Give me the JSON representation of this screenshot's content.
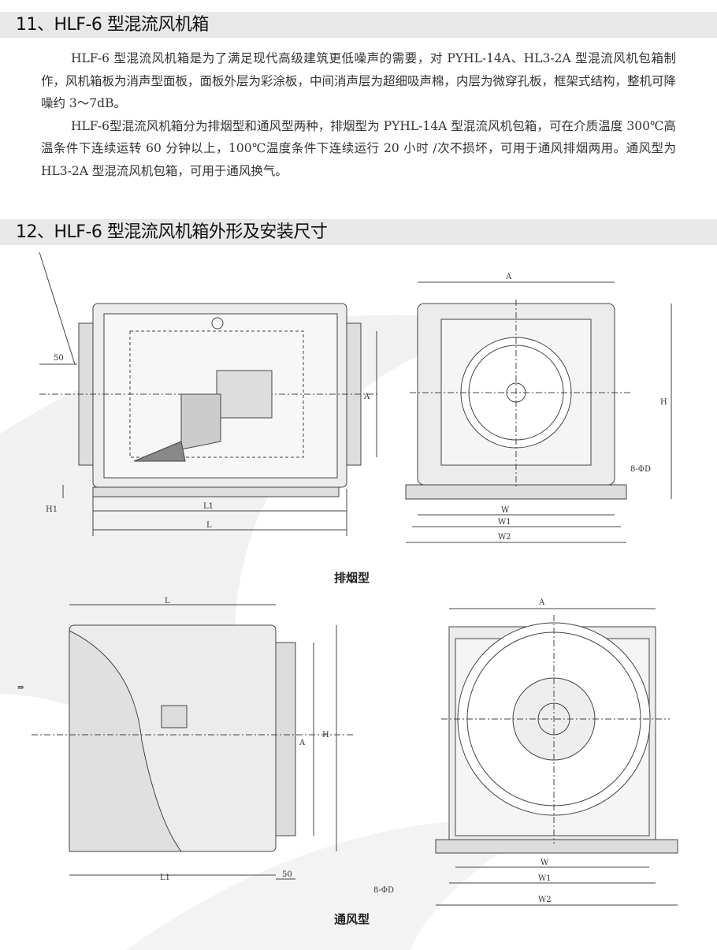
{
  "section11": {
    "title": "11、HLF-6 型混流风机箱",
    "paragraphs": [
      "HLF-6 型混流风机箱是为了满足现代高级建筑更低噪声的需要，对 PYHL-14A、HL3-2A 型混流风机包箱制作，风机箱板为消声型面板，面板外层为彩涂板，中间消声层为超细吸声棉，内层为微穿孔板，框架式结构，整机可降噪约 3～7dB。",
      "HLF-6型混流风机箱分为排烟型和通风型两种，排烟型为 PYHL-14A 型混流风机包箱，可在介质温度 300℃高温条件下连续运转 60 分钟以上，100℃温度条件下连续运行 20 小时 /次不损坏，可用于通风排烟两用。通风型为 HL3-2A 型混流风机包箱，可用于通风换气。"
    ]
  },
  "section12": {
    "title": "12、HLF-6 型混流风机箱外形及安装尺寸"
  },
  "smoke": {
    "caption": "排烟型",
    "side": {
      "d50": "50",
      "A": "A",
      "H1": "H1",
      "L1": "L1",
      "L": "L"
    },
    "front": {
      "A": "A",
      "H": "H",
      "holes": "8-ΦD",
      "W": "W",
      "W1": "W1",
      "W2": "W2"
    }
  },
  "vent": {
    "caption": "通风型",
    "side": {
      "L": "L",
      "A": "A",
      "H": "H",
      "L1": "L1",
      "d50": "50"
    },
    "front": {
      "A": "A",
      "holes": "8-ΦD",
      "W": "W",
      "W1": "W1",
      "W2": "W2"
    }
  }
}
